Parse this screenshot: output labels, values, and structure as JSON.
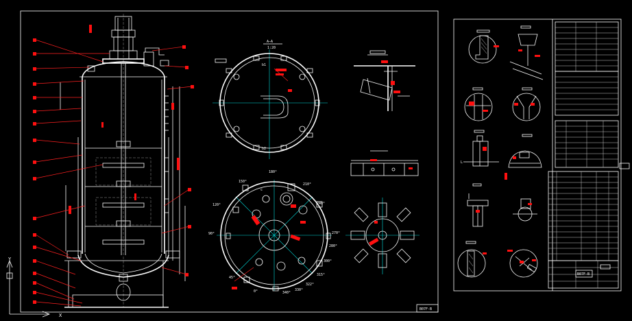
{
  "sheets": {
    "main_title_block": "B07F-B",
    "detail_title_block": "B07F-B"
  },
  "views": {
    "section_label": "A—A",
    "section_scale": "1:20",
    "nozzle_code_top": "b1",
    "nozzle_code_bottom": "b2",
    "nozzle_code_mid": "c"
  },
  "angles": [
    "180°",
    "150°",
    "210°",
    "120°",
    "240°",
    "90°",
    "270°",
    "280°",
    "300°",
    "45°",
    "315°",
    "0°",
    "322°",
    "330°",
    "340°"
  ],
  "axes": {
    "x": "X",
    "y": "Y"
  },
  "colors": {
    "background": "#000000",
    "line": "#ffffff",
    "leader": "#ff2020",
    "axis": "#00e0e0"
  }
}
